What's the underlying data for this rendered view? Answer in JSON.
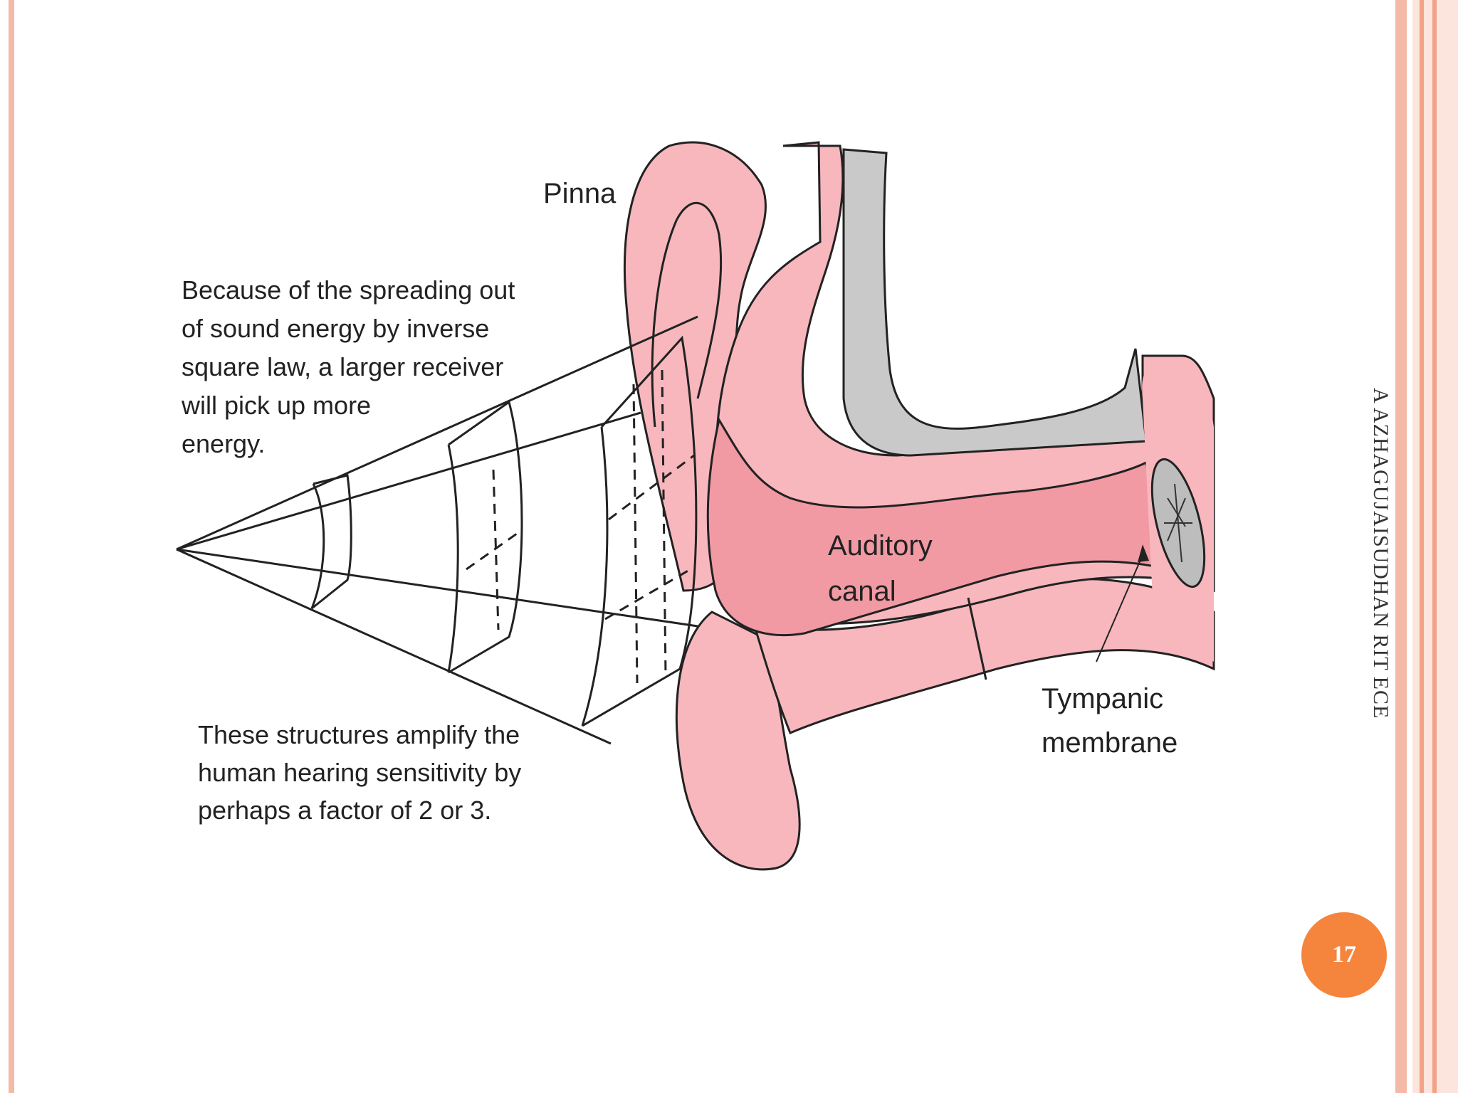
{
  "slide": {
    "side_label": "A AZHAGUJAISUDHAN RIT ECE",
    "page_number": "17"
  },
  "diagram": {
    "label_pinna": "Pinna",
    "note_spreading": [
      "Because of the spreading out",
      "of sound energy by inverse",
      "square law, a larger receiver",
      "will pick up more",
      "energy."
    ],
    "note_amplify": [
      "These structures amplify the",
      "human hearing sensitivity by",
      "perhaps a factor of 2 or 3."
    ],
    "label_canal": [
      "Auditory",
      "canal"
    ],
    "label_tympanic": [
      "Tympanic",
      "membrane"
    ]
  },
  "colors": {
    "accent": "#f5843c",
    "frame": "#f5b9a8",
    "ear_pink": "#f7b7bd",
    "canal_pink": "#f19aa4",
    "bone_gray": "#c9c9c9"
  }
}
